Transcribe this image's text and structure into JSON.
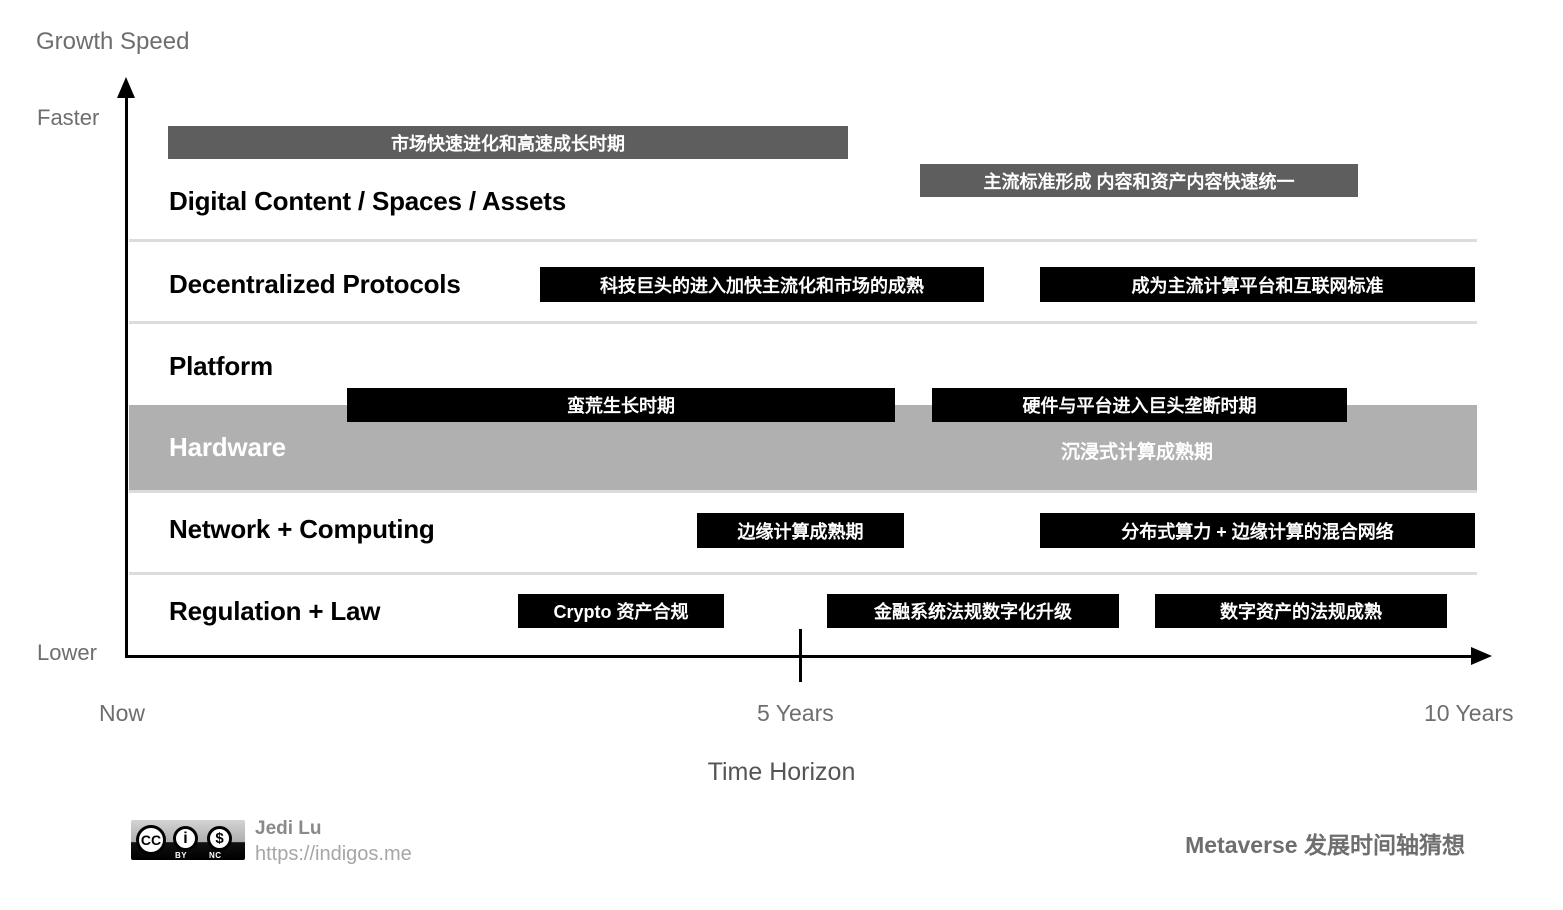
{
  "chart_data": {
    "type": "bar",
    "title": "Metaverse 发展时间轴猜想",
    "xlabel": "Time Horizon",
    "ylabel": "Growth Speed",
    "y_axis_labels": {
      "top": "Faster",
      "bottom": "Lower"
    },
    "x_tick_labels": [
      "Now",
      "5 Years",
      "10 Years"
    ],
    "xlim": [
      0,
      10
    ],
    "grid": false,
    "legend": "none",
    "rows": [
      {
        "category": "Digital Content / Spaces / Assets",
        "highlighted": false,
        "bars": [
          {
            "label": "市场快速进化和高速成长时期",
            "style": "gray",
            "start_years": 0.3,
            "end_years": 5.4
          },
          {
            "label": "主流标准形成 内容和资产内容快速统一",
            "style": "gray",
            "start_years": 5.9,
            "end_years": 9.2
          }
        ]
      },
      {
        "category": "Decentralized Protocols",
        "highlighted": false,
        "bars": [
          {
            "label": "科技巨头的进入加快主流化和市场的成熟",
            "style": "dark",
            "start_years": 3.1,
            "end_years": 6.4
          },
          {
            "label": "成为主流计算平台和互联网标准",
            "style": "dark",
            "start_years": 6.8,
            "end_years": 10.0
          }
        ]
      },
      {
        "category": "Platform",
        "highlighted": false,
        "bars": []
      },
      {
        "category": "Hardware",
        "highlighted": true,
        "bars": [
          {
            "label": "蛮荒生长时期",
            "style": "dark",
            "start_years": 1.6,
            "end_years": 5.7
          },
          {
            "label": "硬件与平台进入巨头垄断时期",
            "style": "dark",
            "start_years": 6.0,
            "end_years": 9.1
          }
        ],
        "notes": [
          {
            "label": "沉浸式计算成熟期"
          }
        ]
      },
      {
        "category": "Network + Computing",
        "highlighted": false,
        "bars": [
          {
            "label": "边缘计算成熟期",
            "style": "dark",
            "start_years": 4.2,
            "end_years": 5.8
          },
          {
            "label": "分布式算力 + 边缘计算的混合网络",
            "style": "dark",
            "start_years": 6.8,
            "end_years": 10.0
          }
        ]
      },
      {
        "category": "Regulation + Law",
        "highlighted": false,
        "bars": [
          {
            "label": "Crypto 资产合规",
            "style": "dark",
            "start_years": 2.9,
            "end_years": 4.4
          },
          {
            "label": "金融系统法规数字化升级",
            "style": "dark",
            "start_years": 5.2,
            "end_years": 7.3
          },
          {
            "label": "数字资产的法规成熟",
            "style": "dark",
            "start_years": 7.6,
            "end_years": 9.8
          }
        ]
      }
    ]
  },
  "axes": {
    "y_title": "Growth Speed",
    "y_top_label": "Faster",
    "y_bottom_label": "Lower",
    "x_title": "Time Horizon",
    "x_label_now": "Now",
    "x_label_mid": "5 Years",
    "x_label_end": "10 Years"
  },
  "rows": {
    "r0": "Digital Content / Spaces / Assets",
    "r1": "Decentralized Protocols",
    "r2": "Platform",
    "r3": "Hardware",
    "r4": "Network + Computing",
    "r5": "Regulation + Law"
  },
  "bars": {
    "b0": "市场快速进化和高速成长时期",
    "b1": "主流标准形成 内容和资产内容快速统一",
    "b2": "科技巨头的进入加快主流化和市场的成熟",
    "b3": "成为主流计算平台和互联网标准",
    "b4": "蛮荒生长时期",
    "b5": "硬件与平台进入巨头垄断时期",
    "b6": "边缘计算成熟期",
    "b7": "分布式算力 + 边缘计算的混合网络",
    "b8": "Crypto 资产合规",
    "b9": "金融系统法规数字化升级",
    "b10": "数字资产的法规成熟",
    "note0": "沉浸式计算成熟期"
  },
  "footer": {
    "author": "Jedi Lu",
    "url": "https://indigos.me",
    "title": "Metaverse 发展时间轴猜想",
    "license": {
      "cc": "CC",
      "by_glyph": "i",
      "nc_glyph": "$",
      "by_tag": "BY",
      "nc_tag": "NC"
    }
  },
  "colors": {
    "bar_dark": "#000000",
    "bar_gray": "#5e5e5e",
    "highlight_band": "#b0b0b0",
    "divider": "#dcdcdc",
    "axis": "#000000",
    "muted_text": "#6e6e6e"
  }
}
